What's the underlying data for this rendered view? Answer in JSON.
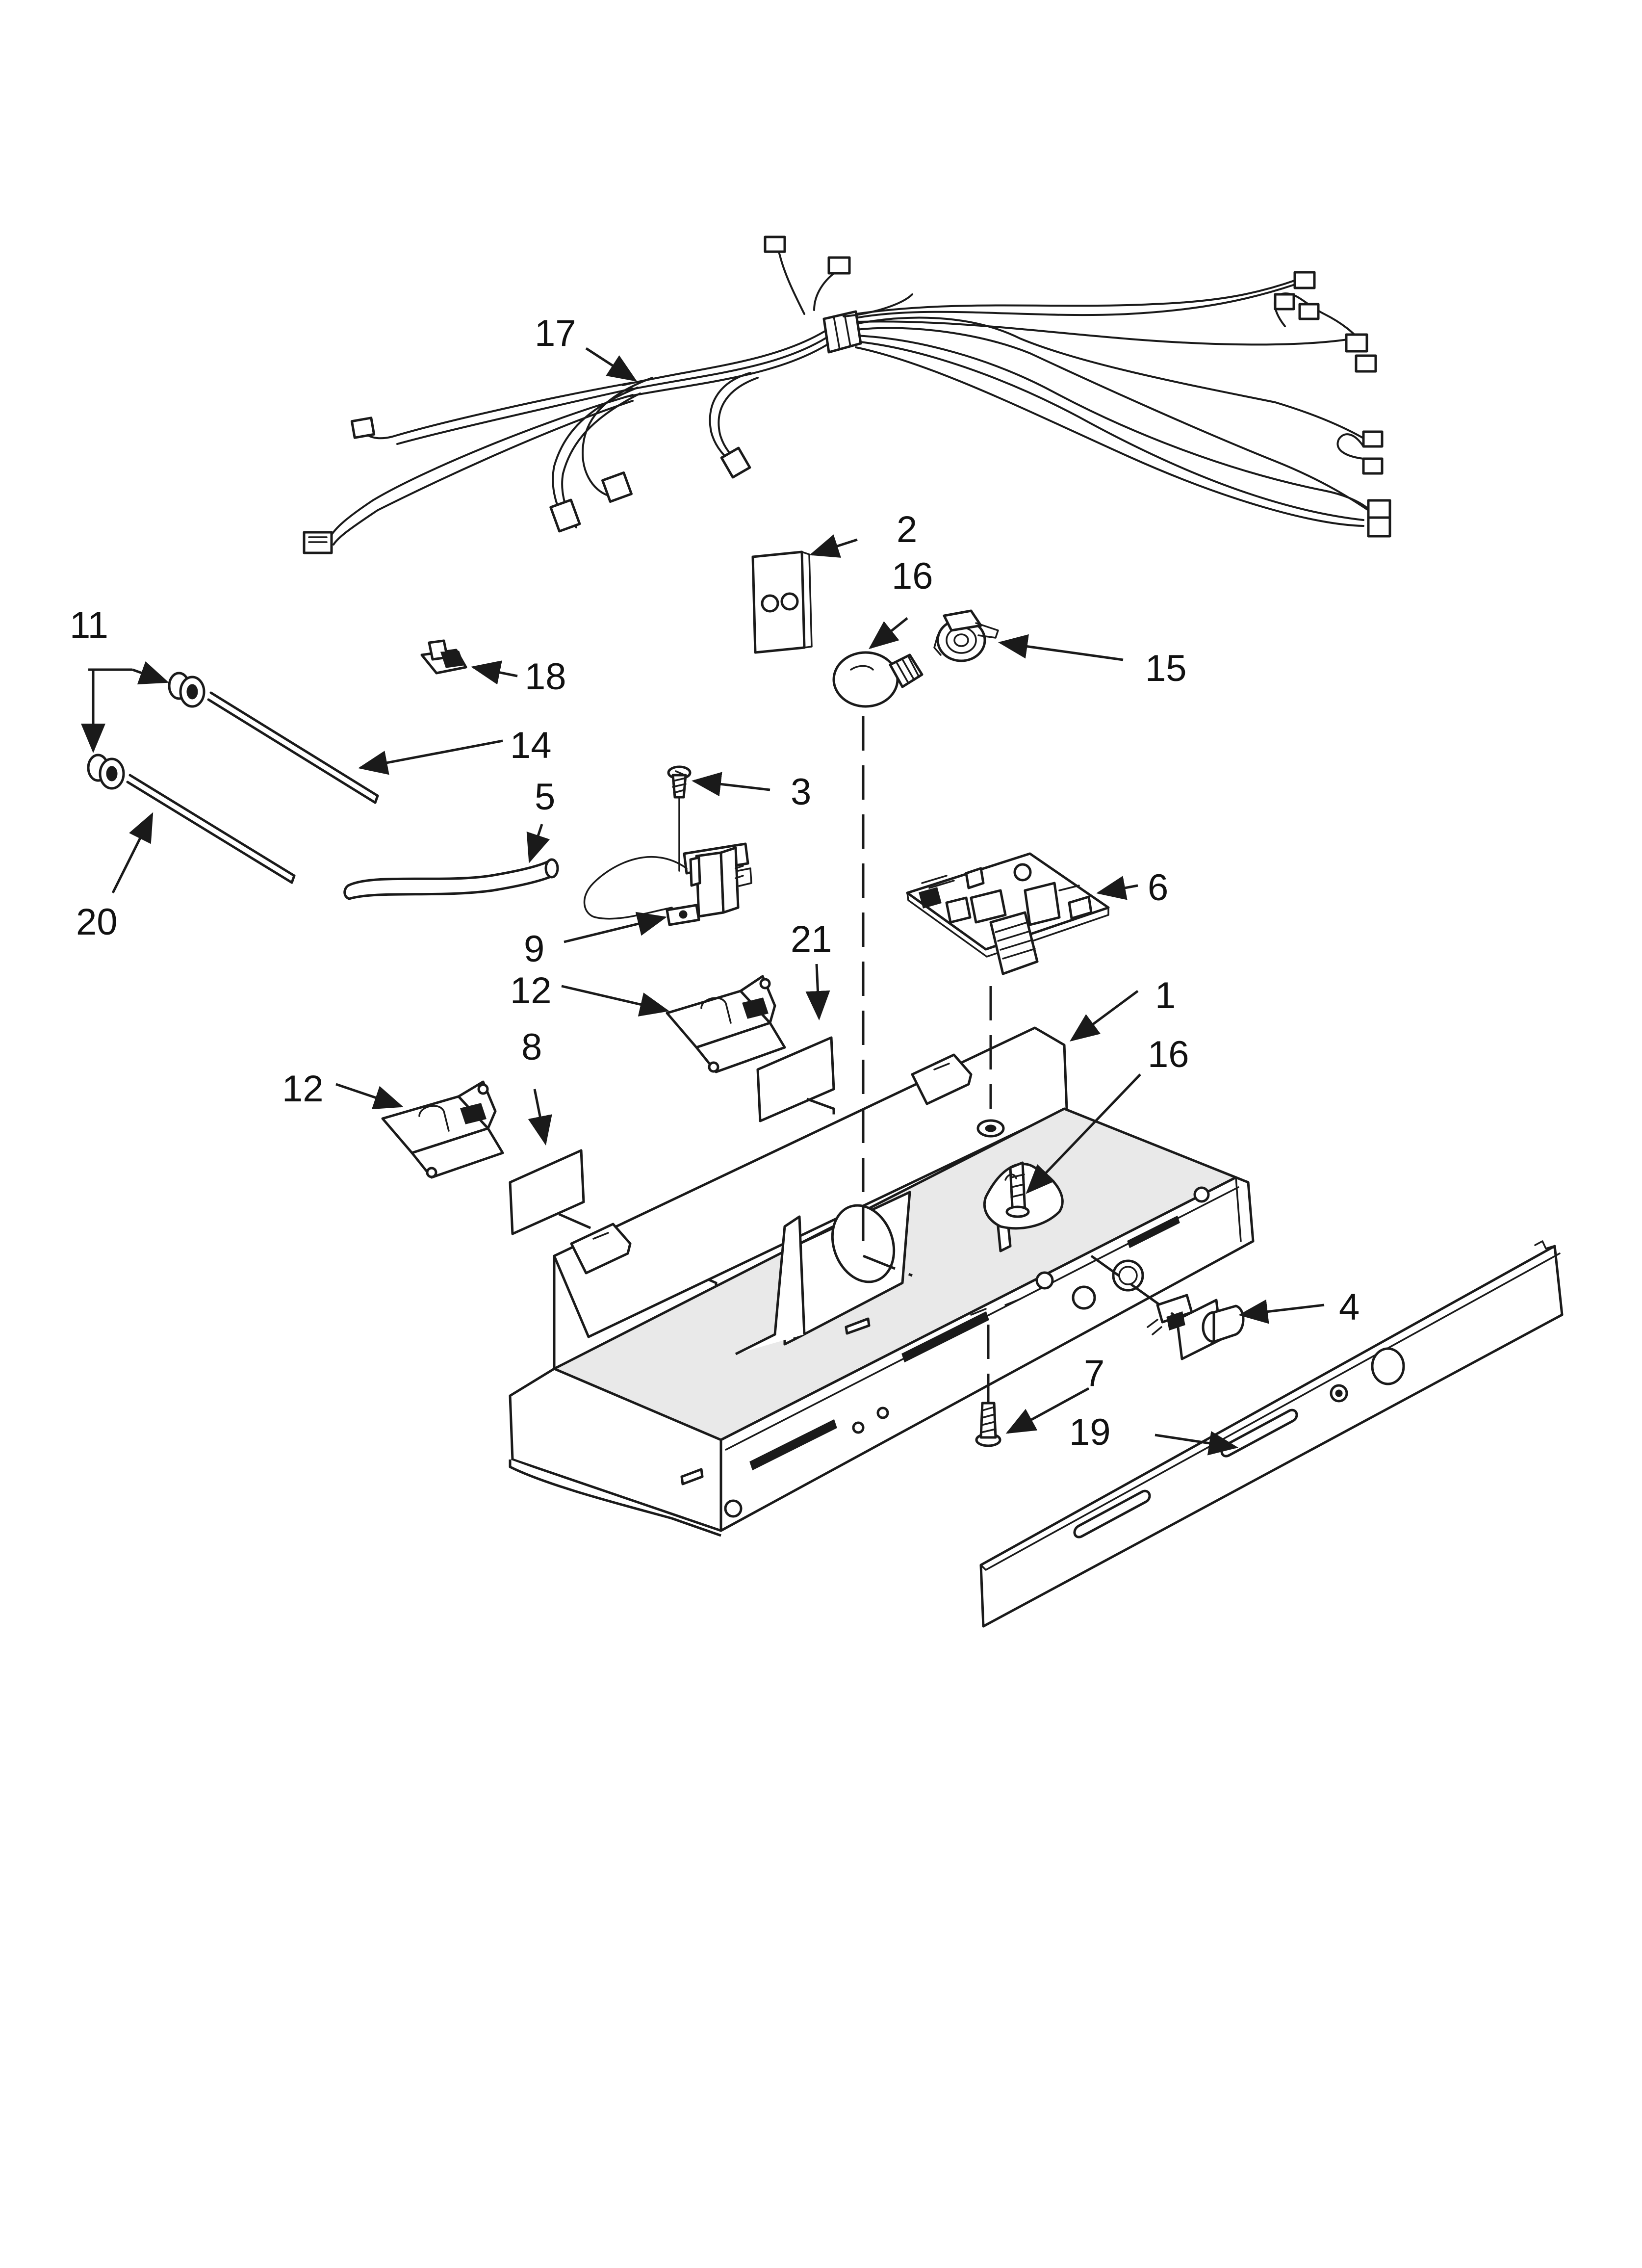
{
  "diagram": {
    "callouts": [
      {
        "id": "17",
        "text": "17"
      },
      {
        "id": "2",
        "text": "2"
      },
      {
        "id": "16a",
        "text": "16"
      },
      {
        "id": "15",
        "text": "15"
      },
      {
        "id": "11",
        "text": "11"
      },
      {
        "id": "18",
        "text": "18"
      },
      {
        "id": "14",
        "text": "14"
      },
      {
        "id": "3",
        "text": "3"
      },
      {
        "id": "5",
        "text": "5"
      },
      {
        "id": "20",
        "text": "20"
      },
      {
        "id": "6",
        "text": "6"
      },
      {
        "id": "9",
        "text": "9"
      },
      {
        "id": "21",
        "text": "21"
      },
      {
        "id": "12a",
        "text": "12"
      },
      {
        "id": "1",
        "text": "1"
      },
      {
        "id": "8",
        "text": "8"
      },
      {
        "id": "16b",
        "text": "16"
      },
      {
        "id": "12b",
        "text": "12"
      },
      {
        "id": "4",
        "text": "4"
      },
      {
        "id": "7",
        "text": "7"
      },
      {
        "id": "19",
        "text": "19"
      }
    ]
  }
}
